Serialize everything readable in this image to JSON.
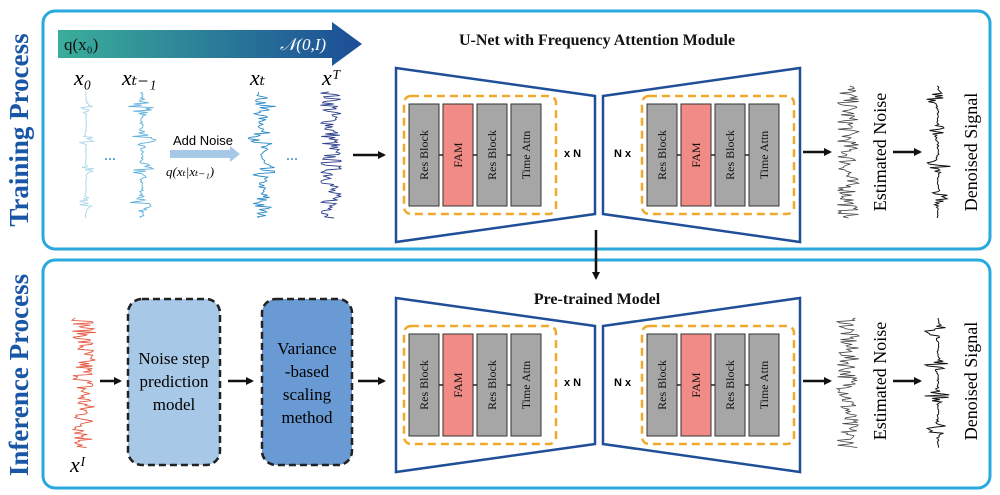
{
  "colors": {
    "panel_border": "#29a9de",
    "section_title": "#1a56a6",
    "trapezoid": "#1f4f99",
    "dashed_box": "#f0a92a",
    "block_gray": "#a6a6a6",
    "block_fam": "#f08b86",
    "noise_model_fill": "#a8c8e8",
    "scaling_fill": "#6a9ad3",
    "gradient_start": "#3aae9a",
    "gradient_end": "#1c4d97",
    "noisy_signal": "#2c3f8a",
    "input_signal": "#e6573f",
    "noise_signal": "#444444"
  },
  "training": {
    "section_label": "Training Process",
    "gradient_left": "q(x₀)",
    "gradient_right": "𝒩(0,I)",
    "title": "U-Net with Frequency Attention Module",
    "x0": "x₀",
    "xt1": "xₜ₋₁",
    "xt": "xₜ",
    "xT": "xᵀ",
    "dots_left": "...",
    "dots_right": "...",
    "add_noise": "Add Noise",
    "q_formula": "q(xₜ|xₜ₋₁)",
    "encoder": {
      "blocks": [
        "Res Block",
        "FAM",
        "Res Block",
        "Time Attn"
      ],
      "repeat": "x N"
    },
    "decoder": {
      "repeat": "N x",
      "blocks": [
        "Res Block",
        "FAM",
        "Res Block",
        "Time Attn"
      ]
    },
    "estimated_noise": "Estimated Noise",
    "denoised_signal": "Denoised Signal"
  },
  "inference": {
    "section_label": "Inference Process",
    "title": "Pre-trained Model",
    "xI": "xᴵ",
    "noise_model": [
      "Noise step",
      "prediction",
      "model"
    ],
    "scaling": [
      "Variance",
      "-based",
      "scaling",
      "method"
    ],
    "encoder": {
      "blocks": [
        "Res Block",
        "FAM",
        "Res Block",
        "Time Attn"
      ],
      "repeat": "x N"
    },
    "decoder": {
      "repeat": "N x",
      "blocks": [
        "Res Block",
        "FAM",
        "Res Block",
        "Time Attn"
      ]
    },
    "estimated_noise": "Estimated Noise",
    "denoised_signal": "Denoised Signal"
  }
}
